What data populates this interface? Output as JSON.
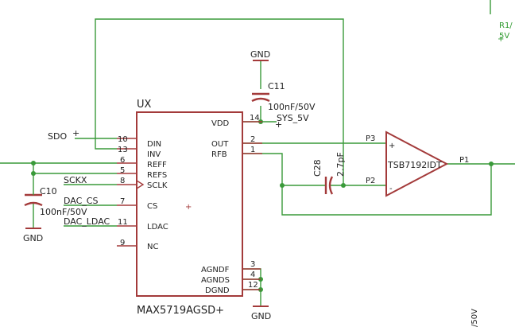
{
  "colors": {
    "net": "#3a9a3a",
    "symbol": "#a33a3a",
    "text": "#222222"
  },
  "ic": {
    "ref": "UX",
    "part": "MAX5719AGSD+",
    "left_pins": [
      {
        "num": "10",
        "name": "DIN"
      },
      {
        "num": "13",
        "name": "INV"
      },
      {
        "num": "6",
        "name": "REFF"
      },
      {
        "num": "5",
        "name": "REFS"
      },
      {
        "num": "8",
        "name": "SCLK"
      },
      {
        "num": "7",
        "name": "CS"
      },
      {
        "num": "11",
        "name": "LDAC"
      },
      {
        "num": "9",
        "name": "NC"
      }
    ],
    "right_pins": [
      {
        "num": "14",
        "name": "VDD"
      },
      {
        "num": "2",
        "name": "OUT"
      },
      {
        "num": "1",
        "name": "RFB"
      },
      {
        "num": "3",
        "name": "AGNDF"
      },
      {
        "num": "4",
        "name": "AGNDS"
      },
      {
        "num": "12",
        "name": "DGND"
      }
    ]
  },
  "opamp": {
    "part": "TSB7192IDT",
    "pin_plus": "P3",
    "pin_minus": "P2",
    "pin_out": "P1",
    "plus_sign": "+",
    "minus_sign": "-"
  },
  "c10": {
    "ref": "C10",
    "value": "100nF/50V",
    "gnd": "GND"
  },
  "c11": {
    "ref": "C11",
    "value": "100nF/50V",
    "gnd": "GND"
  },
  "c28": {
    "ref": "C28",
    "value": "2.7pF"
  },
  "nets": {
    "sdo": "SDO",
    "sdo_mark": "+",
    "sckx": "SCKX",
    "dac_cs": "DAC_CS",
    "dac_ldac": "DAC_LDAC",
    "sys5v": "SYS_5V",
    "sys5v_mark": "+",
    "gnd_bottom": "GND",
    "cursor_mark": "+"
  },
  "offpage": {
    "r1": "R1/",
    "v5": "5V",
    "v5_mark": "+",
    "fifty": "/50V"
  }
}
